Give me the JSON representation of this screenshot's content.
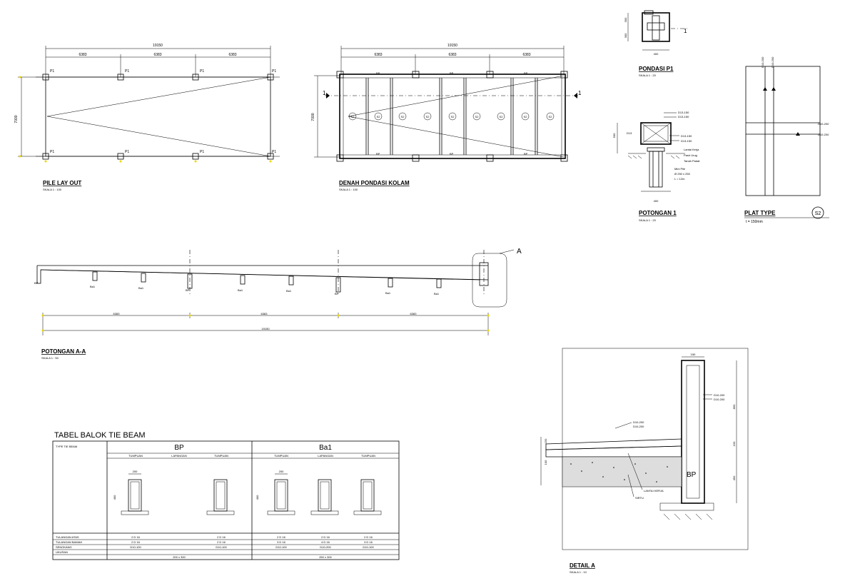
{
  "pile_layout": {
    "title": "PILE LAY OUT",
    "scale": "SKALA  1 : 100",
    "overall_dim": "19150",
    "spans": [
      "6383",
      "6383",
      "6383"
    ],
    "height_dim": "7000",
    "pile_label": "P1"
  },
  "denah": {
    "title": "DENAH PONDASI KOLAM",
    "scale": "SKALA  1 : 100",
    "overall_dim": "19150",
    "spans": [
      "6383",
      "6383",
      "6383"
    ],
    "height_dim": "7000",
    "beam_label": "BP",
    "slab_label": "S2",
    "section_mark": "1"
  },
  "pondasi_p1": {
    "title": "PONDASI P1",
    "scale": "SKALA  1 : 20",
    "dims": [
      "300",
      "300",
      "400"
    ],
    "section_mark": "1"
  },
  "potongan_1": {
    "title": "POTONGAN 1",
    "scale": "SKALA  1 : 20",
    "rebar_labels": [
      "D13-150",
      "D13-150",
      "D13",
      "D13-150",
      "D13-150"
    ],
    "notes": [
      "Lantai Kerja",
      "Pasir Urug",
      "Tanah Padat",
      "Mini Pile",
      "Ø 250 x 250",
      "L = 12m"
    ],
    "width_dim": "400",
    "depth_dim": "500"
  },
  "plat_type": {
    "title": "PLAT TYPE",
    "tag": "S2",
    "thickness": "t = 150mm",
    "rebar_top": [
      "D10-200",
      "D10-200"
    ],
    "rebar_right": [
      "D10-200",
      "D10-200"
    ]
  },
  "potongan_aa": {
    "title": "POTONGAN A-A",
    "scale": "SKALA  1 : 50",
    "callout": "A",
    "labels_bp": "BP",
    "labels_ba": "Ba1",
    "spans": [
      "6383",
      "6383",
      "6383"
    ],
    "overall_dim": "19150"
  },
  "table": {
    "title": "TABEL BALOK TIE BEAM",
    "type_header": "TYPE TIE BEAM",
    "groups": [
      {
        "name": "BP",
        "cols": [
          "TUMPUAN",
          "LAPANGAN",
          "TUMPUAN"
        ]
      },
      {
        "name": "Ba1",
        "cols": [
          "TUMPUAN",
          "LAPANGAN",
          "TUMPUAN"
        ]
      }
    ],
    "width_dim": "200",
    "height_dim": "400",
    "rows": [
      {
        "label": "TULANGAN ATAS",
        "values": [
          "2 D 16",
          "",
          "2 D 16",
          "2 D 16",
          "2 D 16",
          "2 D 16"
        ]
      },
      {
        "label": "TULANGAN BAWAH",
        "values": [
          "2 D 16",
          "",
          "2 D 16",
          "3 D 16",
          "4 D 16",
          "3 D 16"
        ]
      },
      {
        "label": "SENGKANG",
        "values": [
          "D10-100",
          "",
          "D10-100",
          "D10-100",
          "D10-200",
          "D10-100"
        ]
      },
      {
        "label": "UKURAN",
        "values": [
          "200 x 300",
          "250 x 300"
        ]
      }
    ]
  },
  "detail_a": {
    "title": "DETAIL A",
    "scale": "SKALA  1 : 10",
    "top_dim": "150",
    "right_dims": [
      "850",
      "150",
      "450"
    ],
    "left_dims": [
      "150",
      "100"
    ],
    "rebar_labels": [
      "D10-200",
      "D10-200",
      "D10-200",
      "D10-200"
    ],
    "layer_labels": [
      "LANTAI KERJA",
      "SIRTU"
    ],
    "beam_tag": "BP"
  }
}
